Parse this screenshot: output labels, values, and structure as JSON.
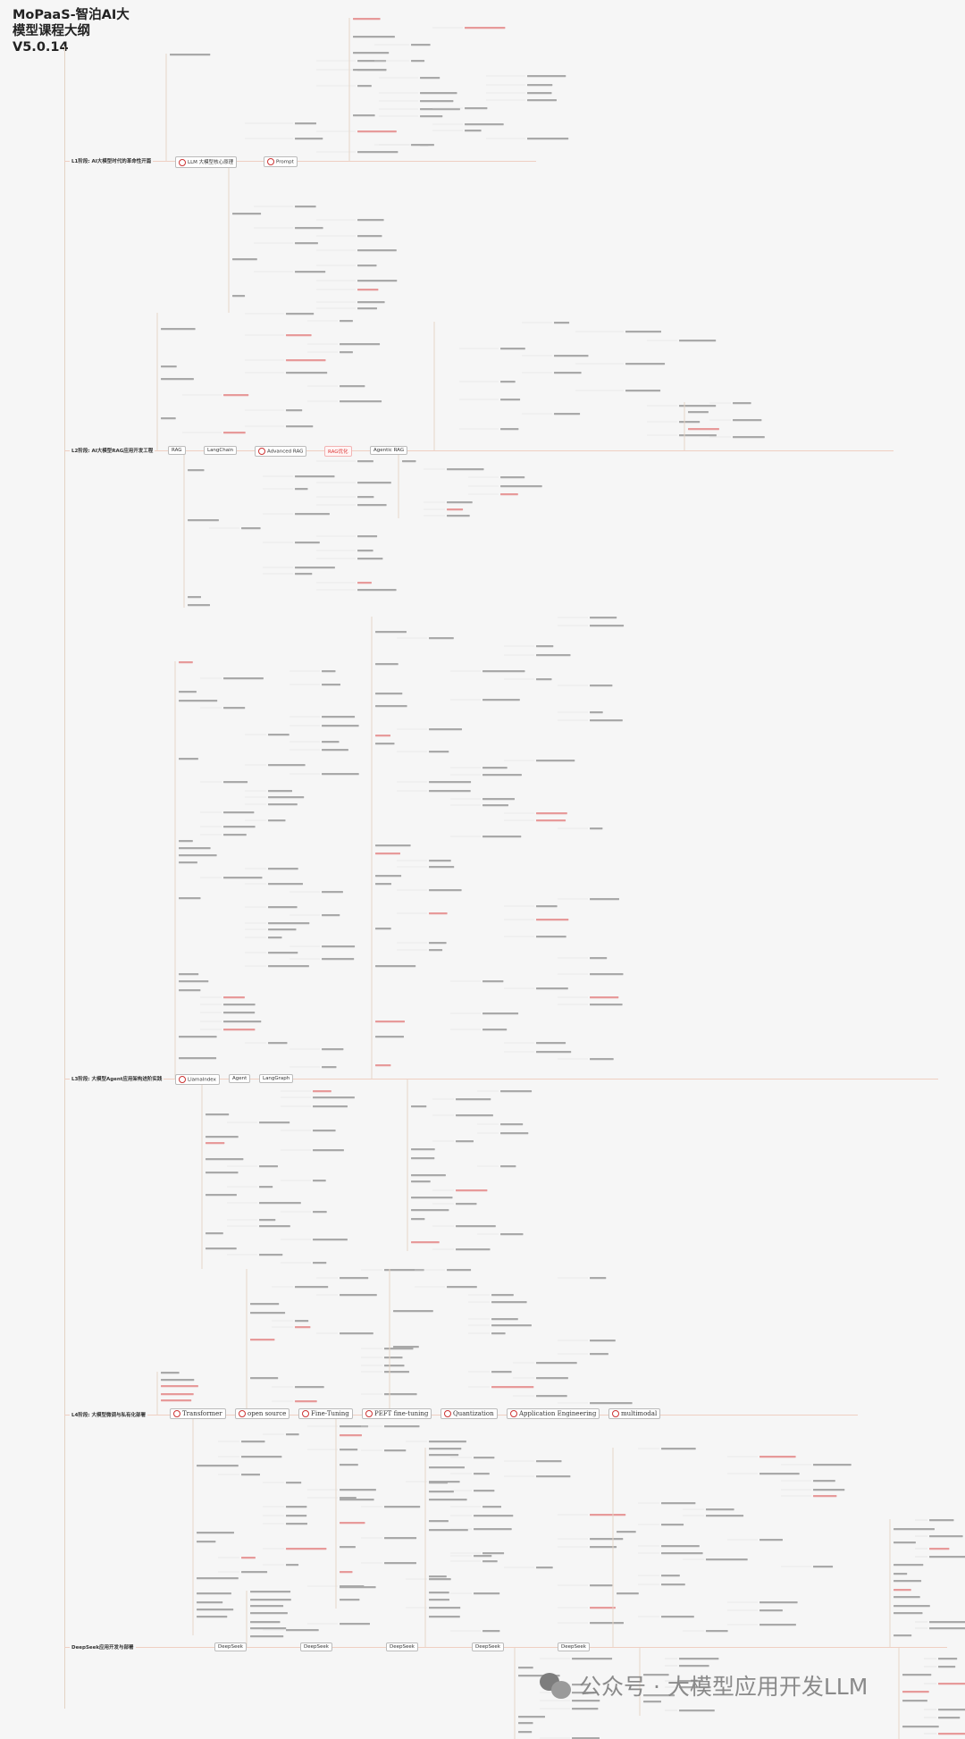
{
  "title": "MoPaaS-智泊AI大模型课程大纲V5.0.14",
  "stages": [
    {
      "label": "L1阶段: AI大模型时代的革命性开篇",
      "nodes": [
        {
          "label": "LLM 大模型核心原理",
          "style": "icon"
        },
        {
          "label": "Prompt",
          "style": "icon"
        }
      ]
    },
    {
      "label": "L2阶段: AI大模型RAG应用开发工程",
      "nodes": [
        {
          "label": "RAG",
          "style": "plain"
        },
        {
          "label": "LangChain",
          "style": "plain"
        },
        {
          "label": "Advanced RAG",
          "style": "icon"
        },
        {
          "label": "RAG优化",
          "style": "red"
        },
        {
          "label": "Agentic RAG",
          "style": "plain"
        }
      ]
    },
    {
      "label": "L3阶段: 大模型Agent应用架构进阶实践",
      "nodes": [
        {
          "label": "LlamaIndex",
          "style": "icon"
        },
        {
          "label": "Agent",
          "style": "plain"
        },
        {
          "label": "LangGraph",
          "style": "plain"
        }
      ]
    },
    {
      "label": "L4阶段: 大模型微调与私有化部署",
      "nodes": [
        {
          "label": "Transformer",
          "style": "big"
        },
        {
          "label": "open source",
          "style": "big"
        },
        {
          "label": "Fine-Tuning",
          "style": "big"
        },
        {
          "label": "PEFT fine-tuning",
          "style": "big"
        },
        {
          "label": "Quantization",
          "style": "big"
        },
        {
          "label": "Application Engineering",
          "style": "big"
        },
        {
          "label": "multimodal",
          "style": "big"
        }
      ]
    },
    {
      "label": "DeepSeek应用开发与部署",
      "nodes": [
        {
          "label": "DeepSeek",
          "style": "plain"
        },
        {
          "label": "DeepSeek",
          "style": "plain"
        },
        {
          "label": "DeepSeek",
          "style": "plain"
        },
        {
          "label": "DeepSeek",
          "style": "plain"
        },
        {
          "label": "DeepSeek",
          "style": "plain"
        }
      ]
    }
  ],
  "watermark": "公众号 · 大模型应用开发LLM",
  "colors": {
    "spine": "#e3d3c4",
    "branch": "#efcfc2",
    "accent_red": "#d33333"
  }
}
